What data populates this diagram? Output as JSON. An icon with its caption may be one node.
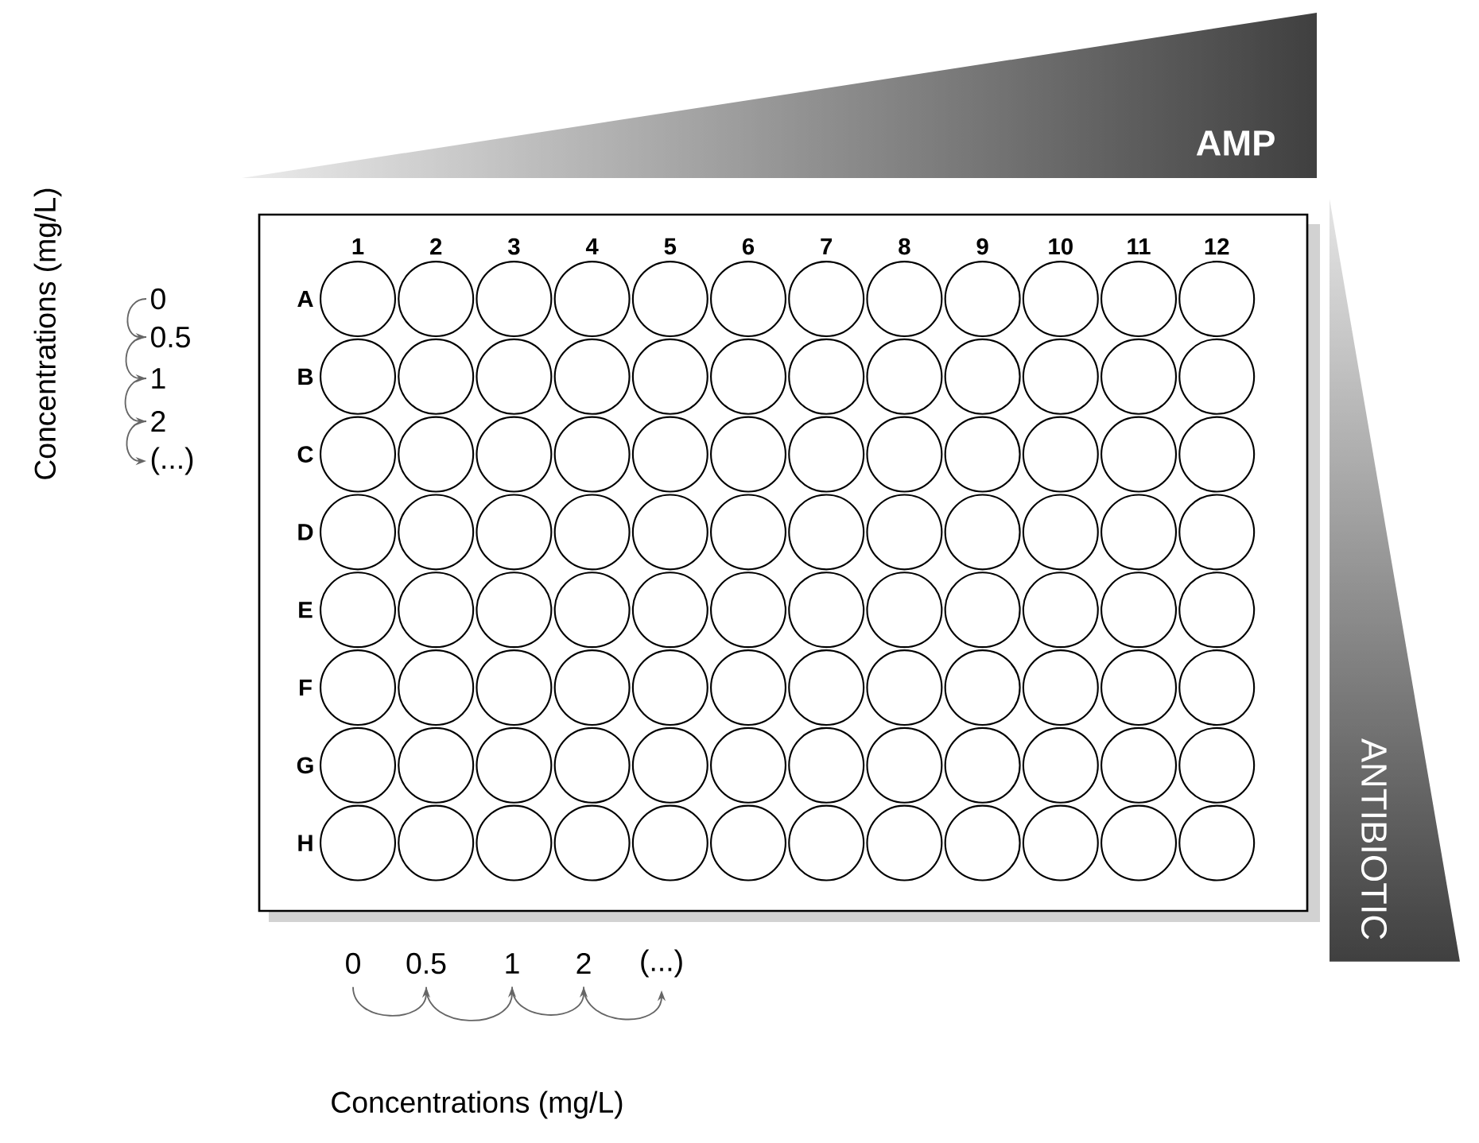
{
  "diagram": {
    "nodes": [
      {
        "text": [
          "AMP"
        ]
      },
      {
        "text": [
          "ANTIBIOTIC"
        ]
      },
      {
        "text": [
          "0"
        ]
      },
      {
        "text": [
          "0.5"
        ]
      },
      {
        "text": [
          "1"
        ]
      },
      {
        "text": [
          "2"
        ]
      },
      {
        "text": [
          "(...)"
        ]
      },
      {
        "text": [
          "0"
        ]
      },
      {
        "text": [
          "0.5"
        ]
      },
      {
        "text": [
          "1"
        ]
      },
      {
        "text": [
          "2"
        ]
      },
      {
        "text": [
          "(...)"
        ]
      }
    ],
    "edges": [
      {
        "from": 2,
        "to": 3,
        "arrow": "to"
      },
      {
        "from": 3,
        "to": 4,
        "arrow": "to"
      },
      {
        "from": 4,
        "to": 5,
        "arrow": "to"
      },
      {
        "from": 5,
        "to": 6,
        "arrow": "to"
      },
      {
        "from": 7,
        "to": 8,
        "arrow": "to"
      },
      {
        "from": 8,
        "to": 9,
        "arrow": "to"
      },
      {
        "from": 9,
        "to": 10,
        "arrow": "to"
      },
      {
        "from": 10,
        "to": 11,
        "arrow": "to"
      }
    ],
    "labels": [
      "Concentrations (mg/L)",
      "1",
      "2",
      "3",
      "4",
      "5",
      "6",
      "7",
      "8",
      "9",
      "10",
      "11",
      "12",
      "A",
      "B",
      "C",
      "D",
      "E",
      "F",
      "G",
      "H",
      "Concentrations (mg/L)"
    ]
  }
}
